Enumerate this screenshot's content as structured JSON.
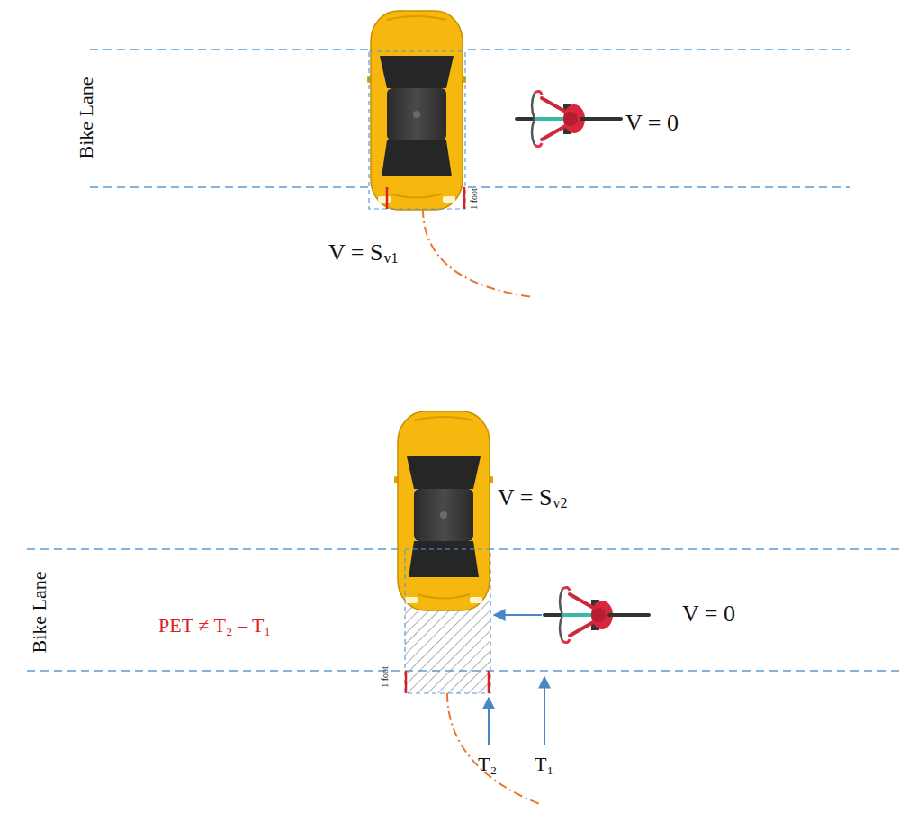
{
  "diagram": {
    "labels": [
      "Bike Lane",
      "1 foot",
      "V = S",
      "v1",
      "V = 0",
      "V = S",
      "v2",
      "Bike Lane",
      "V = 0",
      "PET ≠ T₂ – T₁",
      "1 foot",
      "T₂",
      "T₁"
    ]
  }
}
